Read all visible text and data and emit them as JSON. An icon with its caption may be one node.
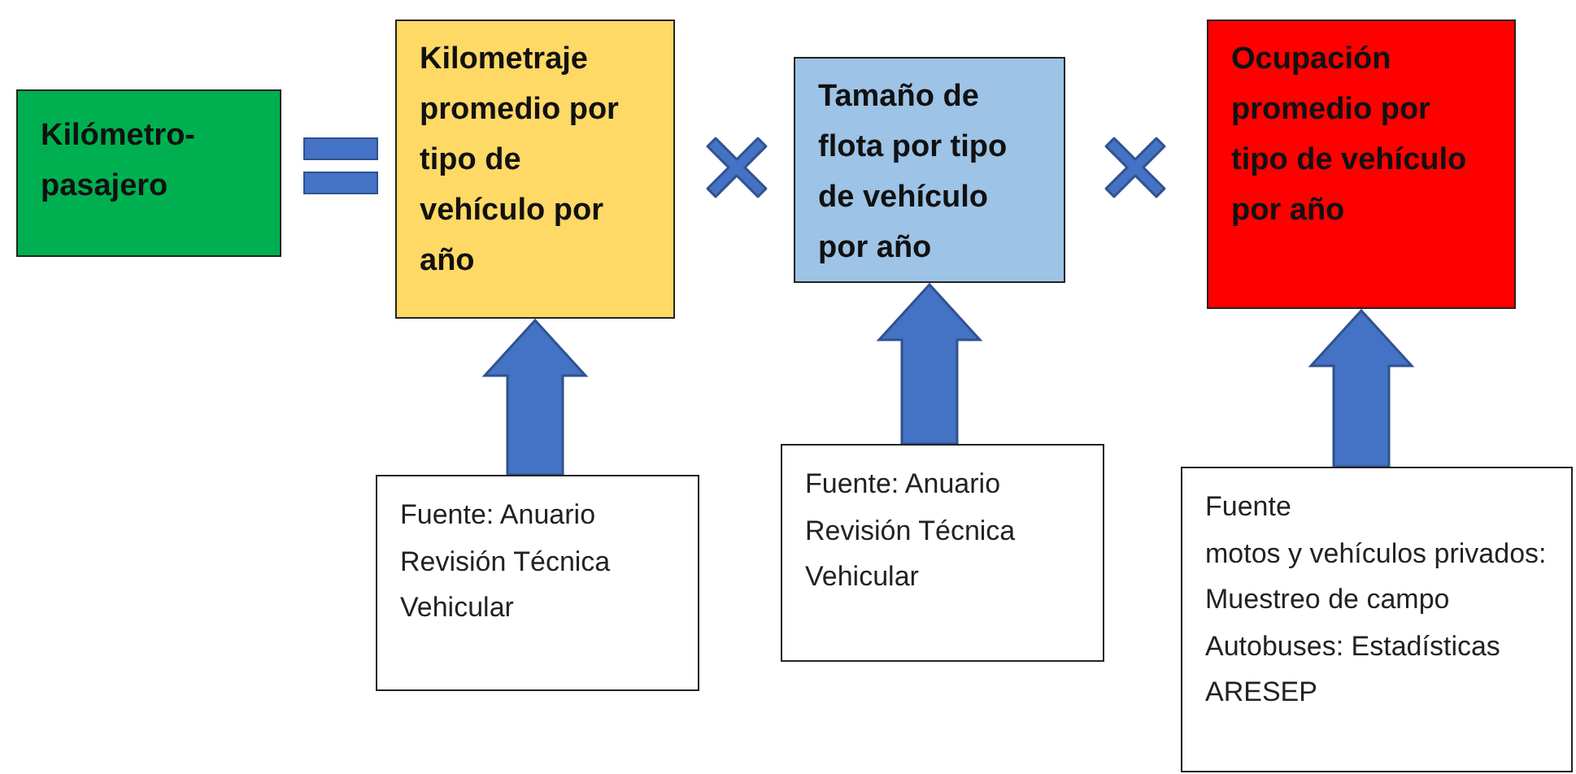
{
  "diagram": {
    "nodes": [
      {
        "text": [
          "Kilómetro-pasajero"
        ]
      },
      {
        "text": [
          "Kilometraje promedio por tipo de vehículo por año"
        ]
      },
      {
        "text": [
          "Tamaño de flota por tipo de vehículo por año"
        ]
      },
      {
        "text": [
          "Ocupación promedio por tipo de vehículo por año"
        ]
      },
      {
        "text": [
          "Fuente: Anuario Revisión Técnica Vehicular"
        ]
      },
      {
        "text": [
          "Fuente: Anuario Revisión Técnica Vehicular"
        ]
      },
      {
        "text": [
          "Fuente",
          "motos y vehículos privados: Muestreo de campo",
          "Autobuses: Estadísticas ARESEP"
        ]
      }
    ],
    "edges": [
      {
        "from": 4,
        "to": 1,
        "arrow": "to"
      },
      {
        "from": 5,
        "to": 2,
        "arrow": "to"
      },
      {
        "from": 6,
        "to": 3,
        "arrow": "to"
      }
    ]
  }
}
